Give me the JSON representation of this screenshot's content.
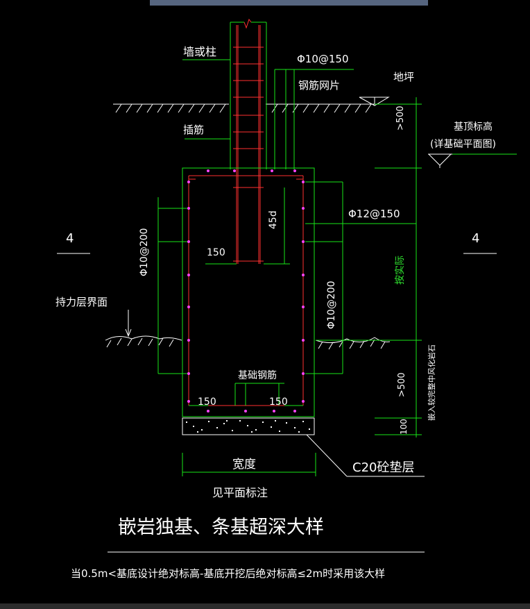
{
  "labels": {
    "wall_or_column": "墙或柱",
    "rebar_spec_top": "Φ10@150",
    "rebar_mesh": "钢筋网片",
    "ground_level": "地坪",
    "foundation_top_elev": "基顶标高",
    "foundation_top_elev_note": "(详基础平面图)",
    "dowel_bars": "插筋",
    "dim_500_top": ">500",
    "anchorage_45d": "45d",
    "rebar_spec_right": "Φ12@150",
    "section_mark_left": "4",
    "section_mark_right": "4",
    "dim_150_mid": "150",
    "rebar_spec_left_vertical": "Φ10@200",
    "rebar_spec_right_vertical": "Φ10@200",
    "per_actual": "按实际",
    "bearing_layer_surface": "持力层界面",
    "foundation_rebar": "基础钢筋",
    "dim_500_bottom": ">500",
    "embed_note": "嵌入较完整中风化岩石",
    "dim_150_left": "150",
    "dim_150_right": "150",
    "dim_100": "100",
    "width": "宽度",
    "cushion": "C20砼垫层",
    "see_plan": "见平面标注",
    "title": "嵌岩独基、条基超深大样",
    "note": "当0.5m<基底设计绝对标高-基底开挖后绝对标高≤2m时采用该大样"
  },
  "colors": {
    "background": "#000000",
    "text": "#ffffff",
    "green_lines": "#17e617",
    "red_lines": "#ff3030",
    "magenta_dots": "#ff44ff",
    "top_bar": "#56657f"
  }
}
